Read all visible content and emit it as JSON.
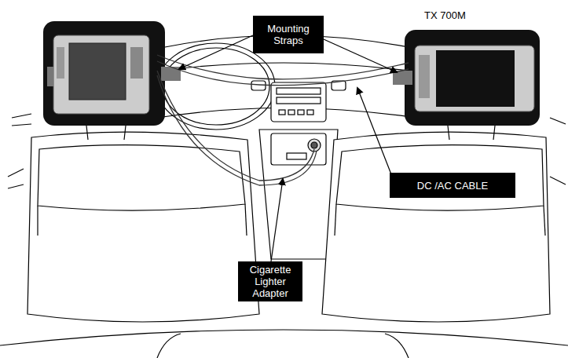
{
  "diagram": {
    "nodes": [
      {
        "text": [
          "Mounting Straps"
        ]
      },
      {
        "text": [
          "DC /AC CABLE"
        ]
      },
      {
        "text": [
          "Cigarette Lighter Adapter"
        ]
      }
    ],
    "labels": [
      "TX 700M"
    ]
  }
}
